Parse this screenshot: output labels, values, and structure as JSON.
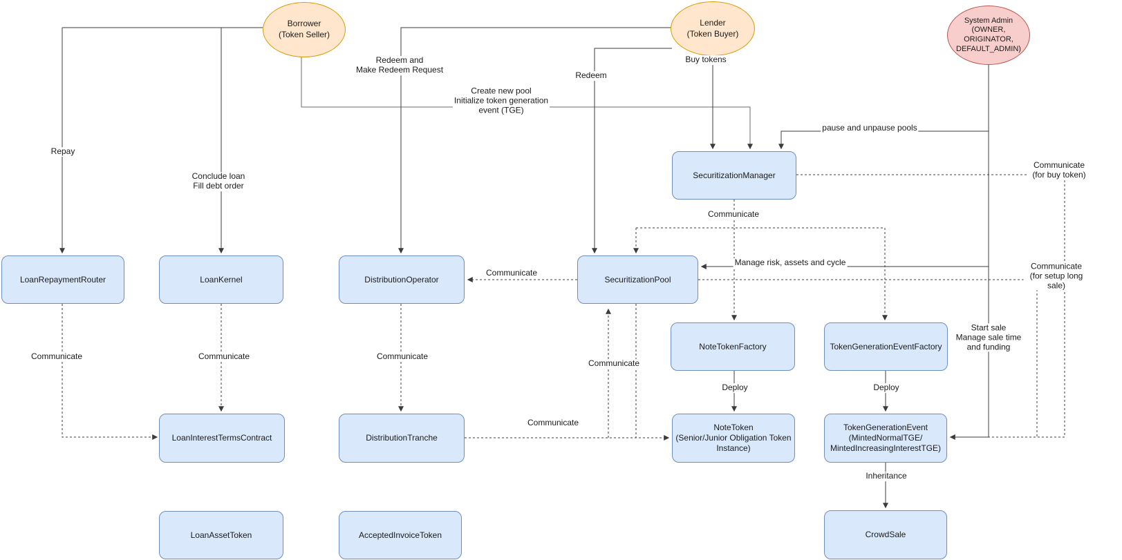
{
  "nodes": {
    "borrower": "Borrower\n(Token Seller)",
    "lender": "Lender\n(Token Buyer)",
    "system_admin": "System Admin\n(OWNER,\nORIGINATOR,\nDEFAULT_ADMIN)",
    "loan_repayment_router": "LoanRepaymentRouter",
    "loan_kernel": "LoanKernel",
    "distribution_operator": "DistributionOperator",
    "securitization_pool": "SecuritizationPool",
    "securitization_manager": "SecuritizationManager",
    "note_token_factory": "NoteTokenFactory",
    "token_generation_event_factory": "TokenGenerationEventFactory",
    "loan_interest_terms_contract": "LoanInterestTermsContract",
    "distribution_tranche": "DistributionTranche",
    "note_token": "NoteToken\n(Senior/Junior Obligation Token\nInstance)",
    "token_generation_event": "TokenGenerationEvent\n(MintedNormalTGE/\nMintedIncreasingInterestTGE)",
    "loan_asset_token": "LoanAssetToken",
    "accepted_invoice_token": "AcceptedInvoiceToken",
    "crowd_sale": "CrowdSale"
  },
  "labels": {
    "repay": "Repay",
    "conclude_loan": "Conclude loan\nFill debt order",
    "redeem_and_request": "Redeem and\nMake Redeem Request",
    "create_new_pool": "Create new pool\nInitialize token generation\nevent (TGE)",
    "redeem": "Redeem",
    "buy_tokens": "Buy tokens",
    "pause_unpause": "pause and unpause pools",
    "communicate_buy_token": "Communicate (for buy token)",
    "communicate_manager": "Communicate",
    "manage_risk": "Manage risk, assets and cycle",
    "communicate_setup_long_sale": "Communicate (for setup long sale)",
    "start_sale": "Start sale\nManage sale time\nand funding",
    "communicate_router": "Communicate",
    "communicate_kernel": "Communicate",
    "communicate_operator": "Communicate",
    "communicate_pool_operator": "Communicate",
    "communicate_pool_up": "Communicate",
    "communicate_tranche_note": "Communicate",
    "deploy_note": "Deploy",
    "deploy_tge": "Deploy",
    "inheritance": "Inheritance"
  },
  "colors": {
    "actor_fill": "#ffe6cc",
    "actor_border": "#d79b00",
    "admin_fill": "#f8cecc",
    "admin_border": "#b85450",
    "contract_fill": "#dae8fc",
    "contract_border": "#6c8ebf",
    "edge": "#3b3b3b",
    "text": "#1a1a1a",
    "background": "#ffffff"
  }
}
